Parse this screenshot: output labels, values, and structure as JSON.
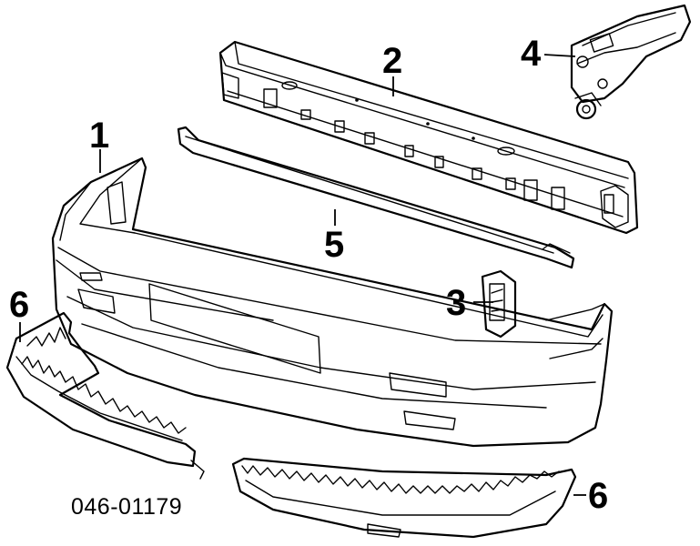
{
  "diagram": {
    "reference_code": "046-01179",
    "callouts": {
      "bumper_cover": "1",
      "reinforcement_bar": "2",
      "bracket": "3",
      "side_bracket": "4",
      "upper_strip": "5",
      "spoiler_left": "6",
      "spoiler_front": "6"
    }
  }
}
